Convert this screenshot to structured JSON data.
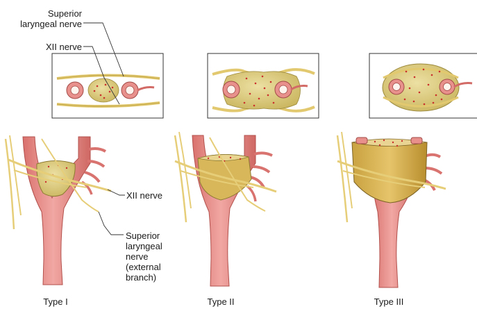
{
  "labels": {
    "superior_laryngeal_nerve_top": [
      "Superior",
      "laryngeal nerve"
    ],
    "xii_nerve_top": "XII nerve",
    "xii_nerve_side": "XII nerve",
    "superior_laryngeal_nerve_side": [
      "Superior",
      "laryngeal",
      "nerve",
      "(external",
      "branch)"
    ]
  },
  "types": [
    {
      "id": "type-1",
      "label": "Type I"
    },
    {
      "id": "type-2",
      "label": "Type II"
    },
    {
      "id": "type-3",
      "label": "Type III"
    }
  ],
  "colors": {
    "artery": "#e58a86",
    "artery_dark": "#c4605c",
    "tumor": "#d9c574",
    "tumor_dark": "#b8a24a",
    "nerve": "#e7cf79",
    "vessel_dot": "#c9302c",
    "outline": "#3a3a3a"
  }
}
